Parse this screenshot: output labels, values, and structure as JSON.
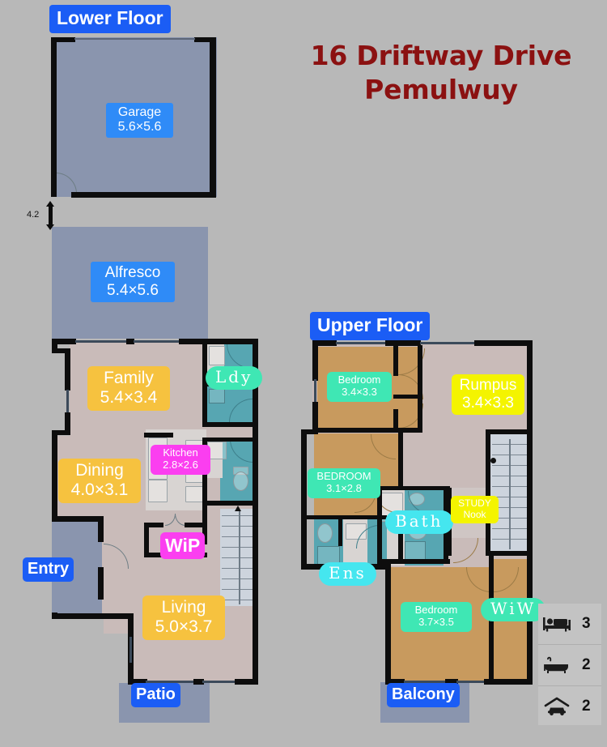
{
  "title": {
    "line1": "16 Driftway Drive",
    "line2": "Pemulwuy",
    "color": "#8b1111"
  },
  "floors": [
    {
      "key": "lower",
      "badge": "Lower Floor"
    },
    {
      "key": "upper",
      "badge": "Upper Floor"
    }
  ],
  "lower_floor": {
    "badge": "Lower Floor",
    "garage": {
      "name": "Garage",
      "dim": "5.6×5.6"
    },
    "dimension_marker": "4.2",
    "alfresco": {
      "name": "Alfresco",
      "dim": "5.4×5.6"
    },
    "family": {
      "name": "Family",
      "dim": "5.4×3.4"
    },
    "dining": {
      "name": "Dining",
      "dim": "4.0×3.1"
    },
    "living": {
      "name": "Living",
      "dim": "5.0×3.7"
    },
    "kitchen": {
      "name": "Kitchen",
      "dim": "2.8×2.6"
    },
    "wip": {
      "name": "WiP"
    },
    "laundry": {
      "name": "Ldy"
    },
    "entry": {
      "name": "Entry"
    },
    "patio": {
      "name": "Patio"
    }
  },
  "upper_floor": {
    "badge": "Upper Floor",
    "bedroom2": {
      "name": "Bedroom",
      "dim": "3.4×3.3"
    },
    "bedroom3": {
      "name": "BEDROOM",
      "dim": "3.1×2.8"
    },
    "bedroom1": {
      "name": "Bedroom",
      "dim": "3.7×3.5"
    },
    "rumpus": {
      "name": "Rumpus",
      "dim": "3.4×3.3"
    },
    "bath": {
      "name": "Bath"
    },
    "ensuite": {
      "name": "Ens"
    },
    "study": {
      "name": "STUDY",
      "sub": "Nook"
    },
    "wiw": {
      "name": "WiW"
    },
    "balcony": {
      "name": "Balcony"
    }
  },
  "legend": {
    "items": [
      {
        "icon": "bed-icon",
        "count": "3"
      },
      {
        "icon": "bath-icon",
        "count": "2"
      },
      {
        "icon": "car-garage-icon",
        "count": "2"
      }
    ]
  },
  "palette": {
    "background": "#b8b8b8",
    "wall": "#0d0d0d",
    "outdoor": "#8a95ae",
    "interior": "#c9bbb9",
    "bedroom": "#c89a5e",
    "wet_area": "#57a6b2",
    "badge_blue": "#1b5df5",
    "label_amber": "#f6c23f",
    "label_yellow": "#f4f400",
    "label_mint": "#3fe7b4",
    "label_cyan": "#45e6ef",
    "label_magenta": "#fb3ef0",
    "title_red": "#8b1111"
  }
}
